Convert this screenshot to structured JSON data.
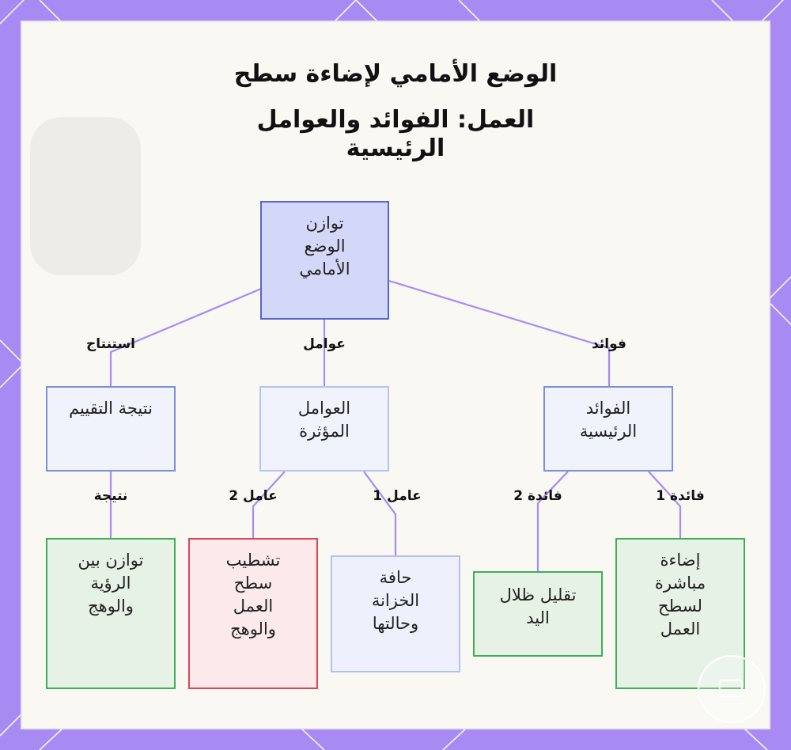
{
  "title": {
    "line1": "الوضع الأمامي لإضاءة سطح",
    "line2": "العمل: الفوائد والعوامل",
    "line3": "الرئيسية"
  },
  "nodes": {
    "root": "توازن الوضع الأمامي",
    "benefits": "الفوائد الرئيسية",
    "factors": "العوامل المؤثرة",
    "evaluation": "نتيجة التقييم",
    "benefit1": "إضاءة مباشرة لسطح العمل",
    "benefit2": "تقليل ظلال اليد",
    "factor1": "حافة الخزانة وحالتها",
    "factor2": "تشطيب سطح العمل والوهج",
    "result": "توازن بين الرؤية والوهج"
  },
  "edge_labels": {
    "benefits": "فوائد",
    "factors": "عوامل",
    "conclusion": "استنتاج",
    "benefit1": "فائدة 1",
    "benefit2": "فائدة 2",
    "factor1": "عامل 1",
    "factor2": "عامل 2",
    "result": "نتيجة"
  },
  "colors": {
    "frame": "#a78bf3",
    "edge": "#a78bf3",
    "root_fill": "#d3d8f8",
    "green_border": "#3fae57",
    "red_border": "#dd4455"
  }
}
